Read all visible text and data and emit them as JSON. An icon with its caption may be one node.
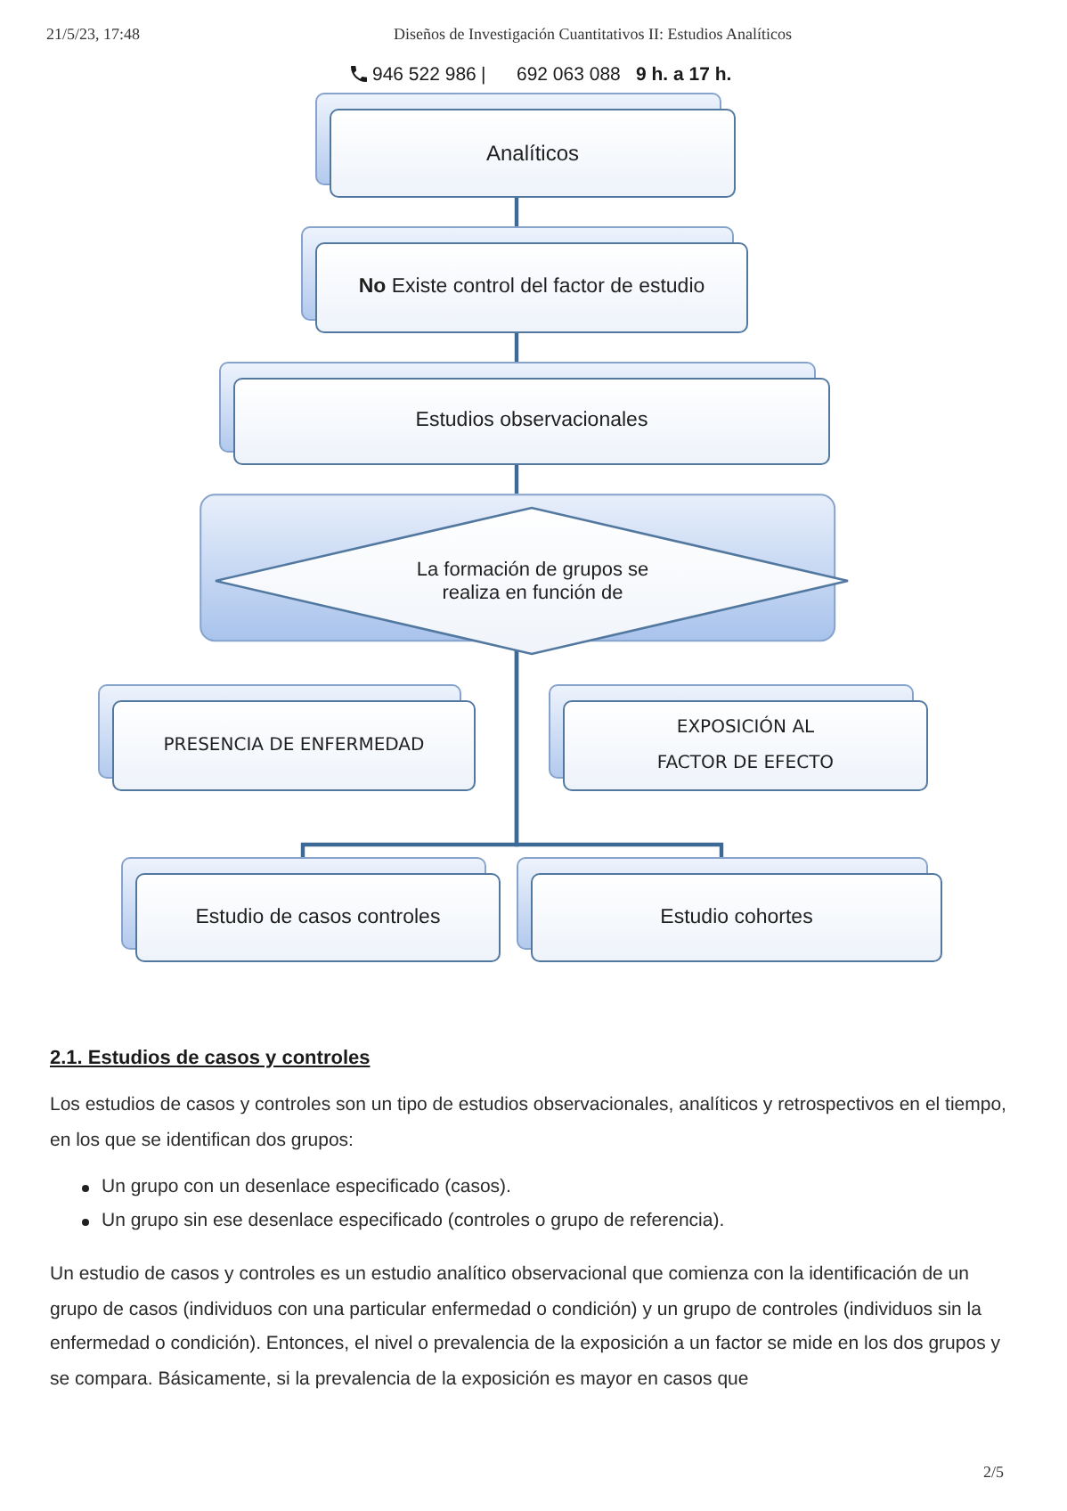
{
  "diagram": {
    "nodes": [
      {
        "text": [
          "Analíticos"
        ]
      },
      {
        "text": [
          "**No** Existe control del factor de estudio"
        ]
      },
      {
        "text": [
          "Estudios observacionales"
        ]
      },
      {
        "text": [
          "La formación de grupos se realiza en función de"
        ]
      },
      {
        "text": [
          "PRESENCIA DE ENFERMEDAD"
        ]
      },
      {
        "text": [
          "EXPOSICIÓN AL FACTOR DE EFECTO"
        ]
      },
      {
        "text": [
          "Estudio de casos controles"
        ]
      },
      {
        "text": [
          "Estudio cohortes"
        ]
      }
    ],
    "edges": [
      {
        "from": 0,
        "to": 1,
        "arrow": "none"
      },
      {
        "from": 1,
        "to": 2,
        "arrow": "none"
      },
      {
        "from": 2,
        "to": 3,
        "arrow": "none"
      },
      {
        "from": 3,
        "to": 6,
        "arrow": "none"
      },
      {
        "from": 3,
        "to": 7,
        "arrow": "none"
      }
    ],
    "labels": [
      "21/5/23, 17:48",
      "Diseños de Investigación Cuantitativos II: Estudios Analíticos",
      "946 522 986",
      "|",
      "692 063 088",
      "9 h. a 17 h.",
      "2.1. Estudios de casos y controles",
      "Los estudios de casos y controles son un tipo de estudios observacionales, analíticos y retrospectivos en el tiempo, en los que se identifican dos grupos:",
      "Un grupo con un desenlace especificado (casos).",
      "Un grupo sin ese desenlace especificado (controles o grupo de referencia).",
      "Un estudio de casos y controles es un estudio analítico observacional que comienza con la identificación de un grupo de casos (individuos con una particular enfermedad o condición) y un grupo de controles (individuos sin la enfermedad o condición). Entonces, el nivel o prevalencia de la exposición a un factor se mide en los dos grupos y se compara. Básicamente, si la prevalencia de la exposición es mayor en casos que",
      "2/5"
    ]
  }
}
